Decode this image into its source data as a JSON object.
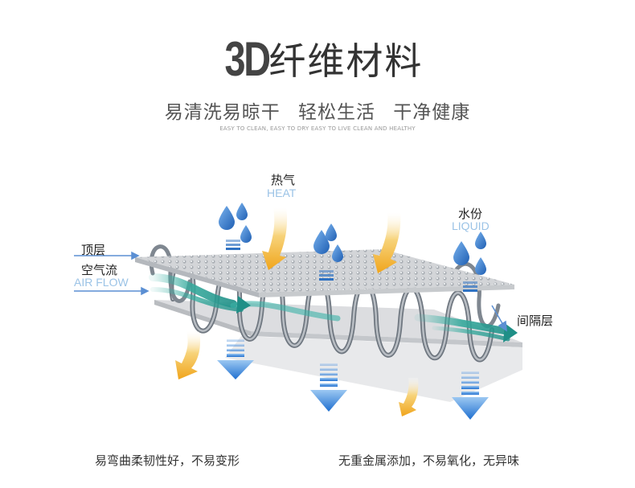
{
  "header": {
    "title_3d": "3D",
    "title_cn": "纤维材料",
    "subtitle": "易清洗易晾干 轻松生活 干净健康",
    "subtitle_en": "EASY TO CLEAN, EASY TO DRY EASY TO LIVE CLEAN AND HEALTHY"
  },
  "labels": {
    "heat_cn": "热气",
    "heat_en": "HEAT",
    "liquid_cn": "水份",
    "liquid_en": "LIQUID",
    "top_layer": "顶层",
    "airflow_cn": "空气流",
    "airflow_en": "AIR FLOW",
    "spacer_layer": "间隔层"
  },
  "footer": {
    "left": "易弯曲柔韧性好，不易变形",
    "right": "无重金属添加，不易氧化，无异味"
  },
  "colors": {
    "water_drop": "#2f6fc0",
    "heat_arrow": "#f2b320",
    "down_arrow": "#2a7fd8",
    "spring": "#7f8790",
    "airflow": "#3bb3a6",
    "layer": "#d7d9dc"
  }
}
